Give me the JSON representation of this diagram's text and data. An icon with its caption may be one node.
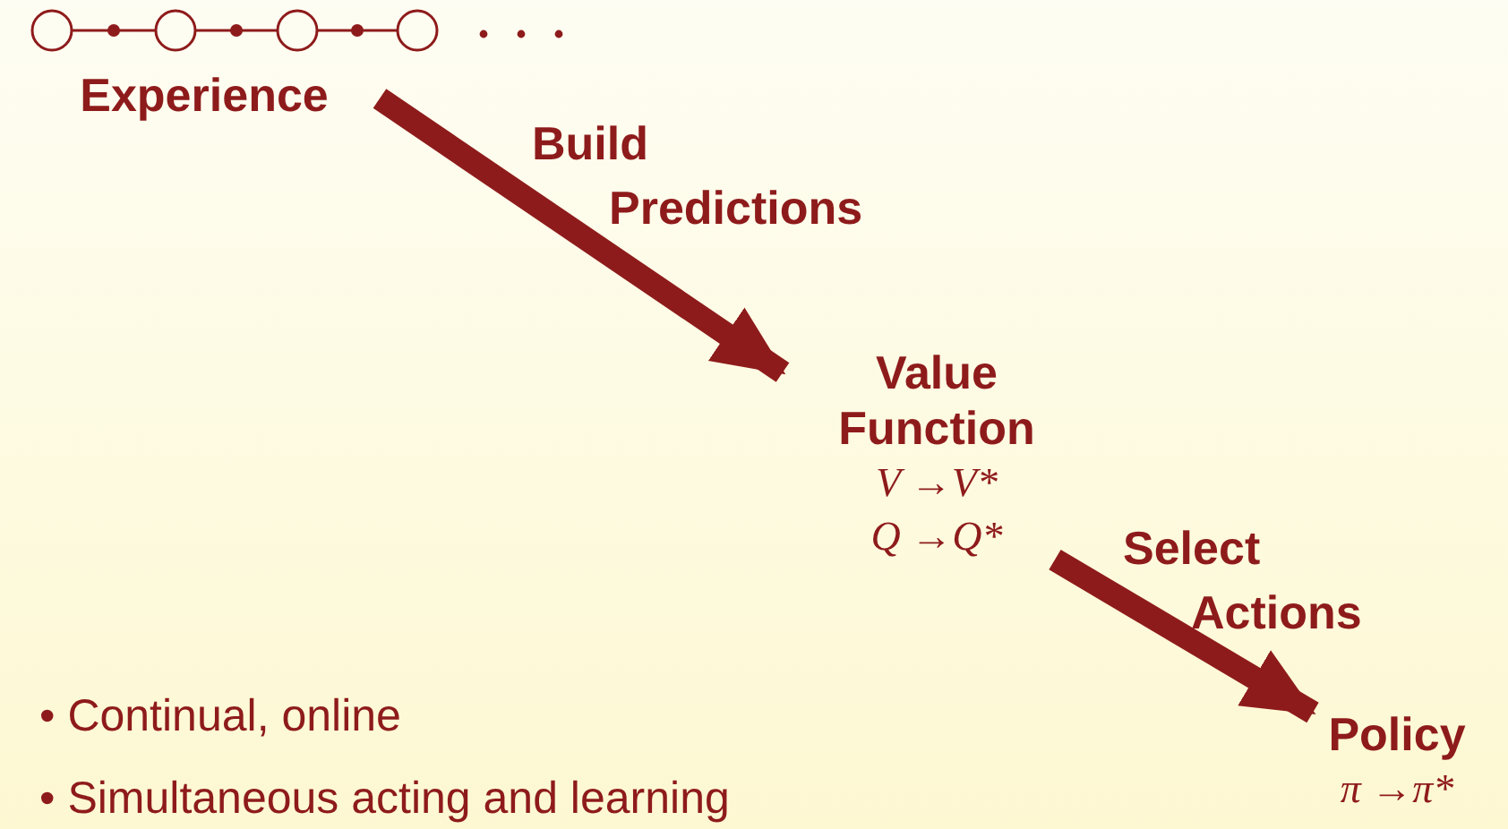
{
  "diagram": {
    "nodes": [
      {
        "text": [
          "Experience"
        ]
      },
      {
        "text": [
          "Value Function",
          "V →V*",
          "Q →Q*"
        ]
      },
      {
        "text": [
          "Policy",
          "π →π*"
        ]
      }
    ],
    "edges": [
      {
        "from": 0,
        "to": 1,
        "arrow": "to",
        "label": "Build Predictions"
      },
      {
        "from": 1,
        "to": 2,
        "arrow": "to",
        "label": "Select Actions"
      }
    ],
    "labels": [
      "• Continual, online",
      "• Simultaneous acting and learning"
    ]
  }
}
